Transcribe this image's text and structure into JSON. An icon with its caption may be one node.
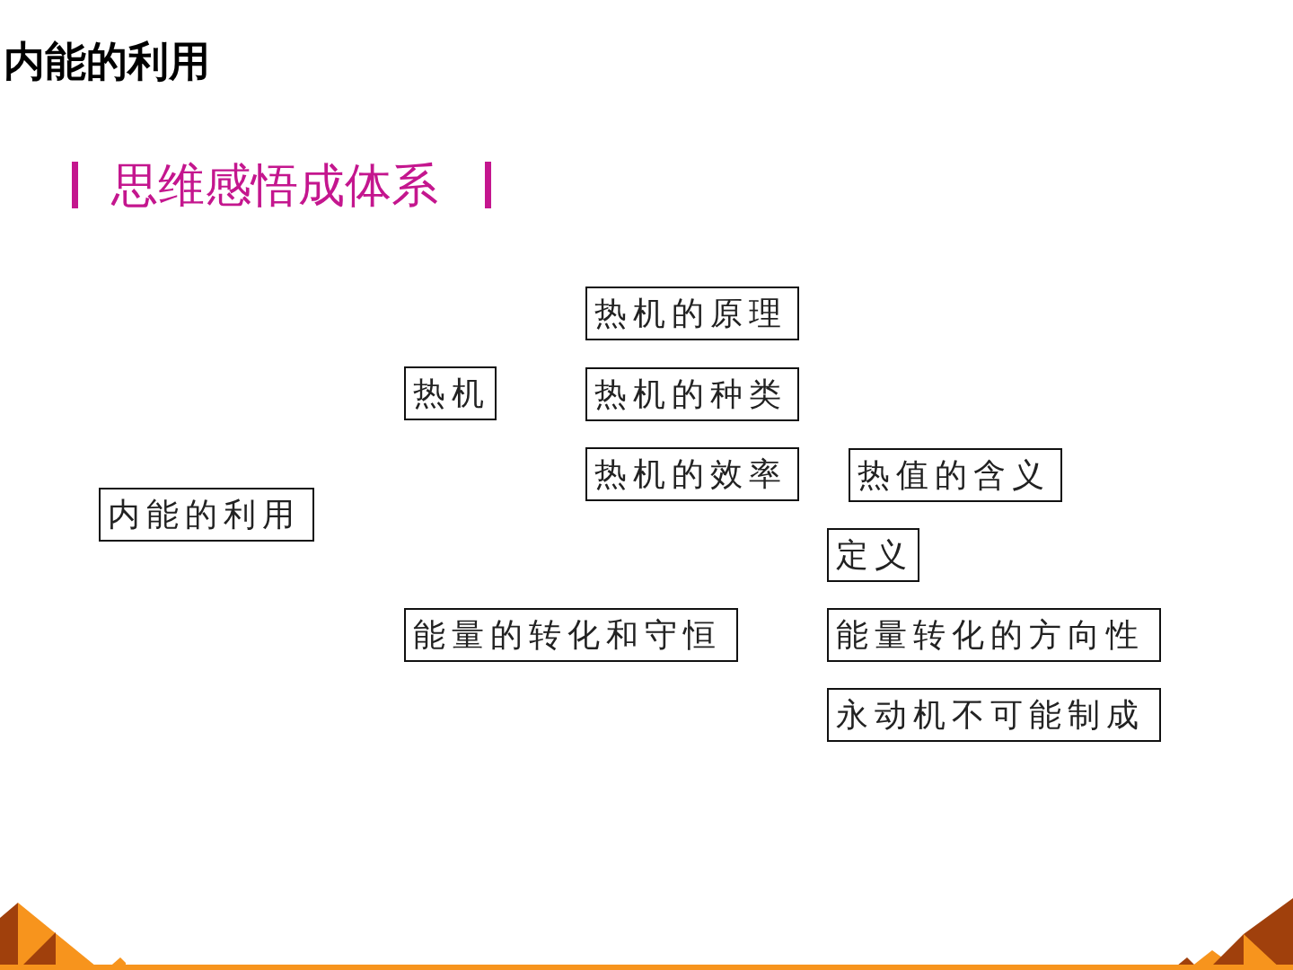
{
  "diagram": {
    "title": "内能的利用",
    "nodes": [
      {
        "text": [
          "内能的利用"
        ]
      },
      {
        "text": [
          "热机"
        ]
      },
      {
        "text": [
          "热机的原理"
        ]
      },
      {
        "text": [
          "热机的种类"
        ]
      },
      {
        "text": [
          "热机的效率"
        ]
      },
      {
        "text": [
          "热值的含义"
        ]
      },
      {
        "text": [
          "定义"
        ]
      },
      {
        "text": [
          "能量的转化和守恒"
        ]
      },
      {
        "text": [
          "能量转化的方向性"
        ]
      },
      {
        "text": [
          "永动机不可能制成"
        ]
      }
    ],
    "labels": [
      "思维感悟成体系"
    ]
  }
}
